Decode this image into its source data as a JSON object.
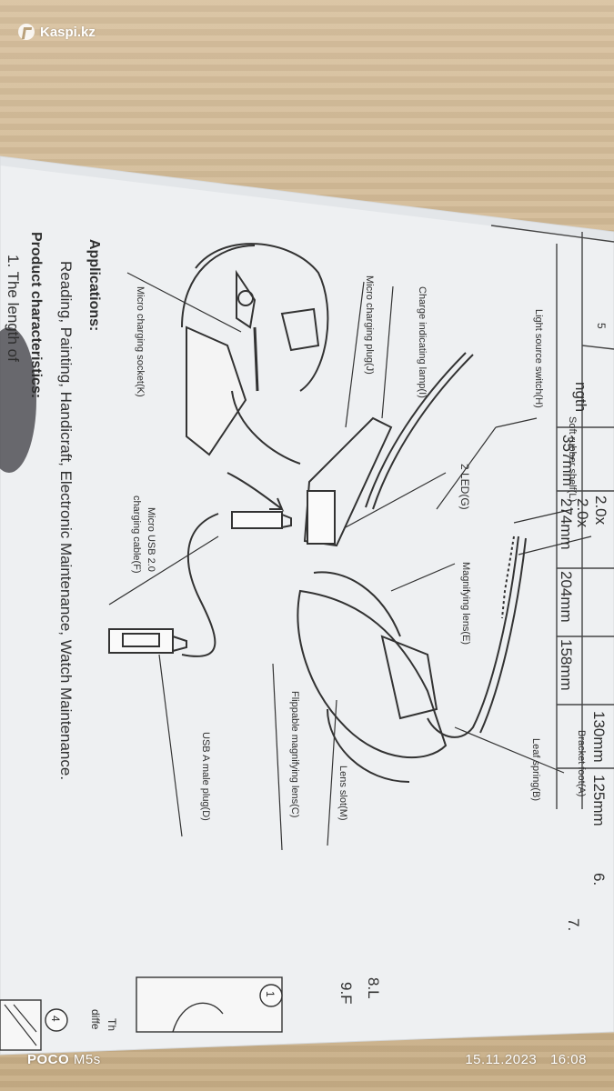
{
  "watermark": {
    "text": "Kaspi.kz",
    "icon": "kaspi-logo-icon"
  },
  "camera": {
    "brand": "POCO",
    "model": "M5s",
    "date": "15.11.2023",
    "time": "16:08"
  },
  "page": {
    "page_number": "5",
    "table": {
      "row_label": "ngth",
      "zoom_values": [
        "2.0x",
        "2.0x"
      ],
      "length_values": [
        "357mm",
        "274mm",
        "204mm",
        "158mm",
        "130mm",
        "125mm"
      ]
    },
    "labels": {
      "light_source_switch": "Light source switch(H)",
      "soft_rubber_shelf": "Soft rubber shelf(L)",
      "charge_indicating_lamp": "Charge indicating lamp(I)",
      "micro_charging_plug": "Micro charging plug(J)",
      "micro_charging_socket": "Micro charging socket(K)",
      "led": "2 LED(G)",
      "magnifying_lens": "Magnifying lens(E)",
      "bracket_foot": "Bracket foot(A)",
      "leaf_spring": "Leaf spring(B)",
      "flippable_lens": "Flippable magnifying lens(C)",
      "lens_slot": "Lens slot(M)",
      "micro_usb_cable_1": "Micro USB 2.0",
      "micro_usb_cable_2": "charging cable(F)",
      "usb_plug": "USB A male plug(D)"
    },
    "applications_heading": "Applications:",
    "applications_text": "Reading, Painting, Handicraft, Electronic Maintenance, Watch Maintenance.",
    "characteristics_heading": "Product characteristics:",
    "characteristics_item": "1. The length of",
    "side_items": [
      "6.",
      "7.",
      "8.L",
      "9.F"
    ],
    "side_note_1": "Th",
    "side_note_2": "diffe",
    "circle_1": "1",
    "circle_4": "4"
  }
}
